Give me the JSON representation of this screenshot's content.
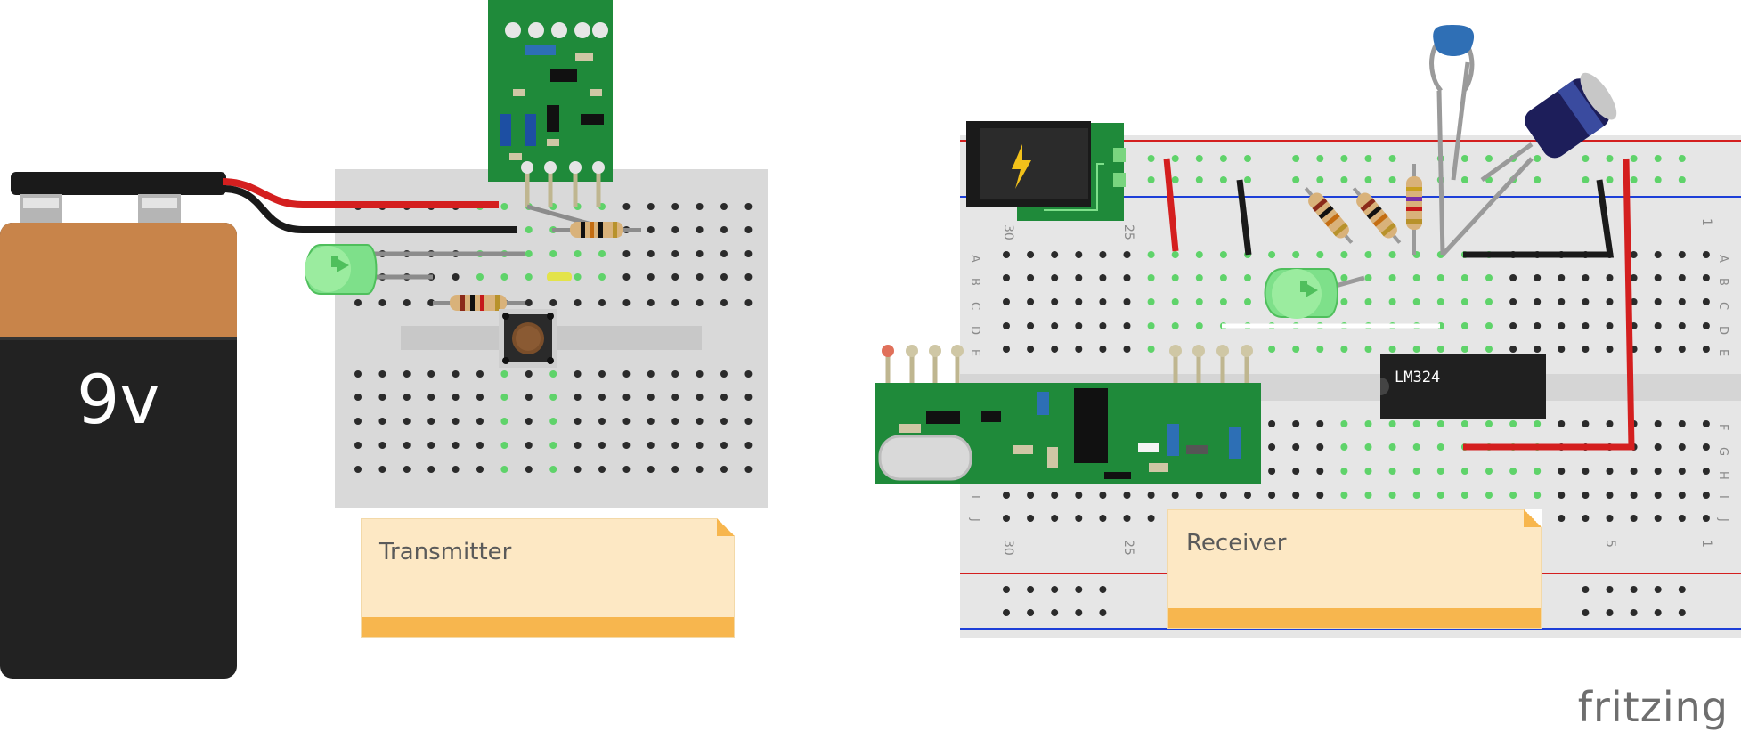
{
  "battery": {
    "label": "9v"
  },
  "notes": {
    "transmitter": "Transmitter",
    "receiver": "Receiver"
  },
  "chip": {
    "label": "LM324"
  },
  "breadboard_right": {
    "col_top_left": "30",
    "col_top_mid": "25",
    "col_top_right": "1",
    "col_bottom_left": "30",
    "col_bottom_mid": "25",
    "col_bottom_5": "5",
    "col_bottom_right": "1",
    "rows": [
      "A",
      "B",
      "C",
      "D",
      "E",
      "F",
      "G",
      "H",
      "I",
      "J"
    ]
  },
  "logo": {
    "text": "fritzing"
  },
  "colors": {
    "wire_red": "#d41f1f",
    "wire_black": "#1a1a1a",
    "pcb_green": "#1f8a3a",
    "note_fill": "#fde8c4",
    "note_bar": "#f7b64e",
    "breadboard": "#d9d9d9",
    "led_green": "#7ee08a"
  }
}
